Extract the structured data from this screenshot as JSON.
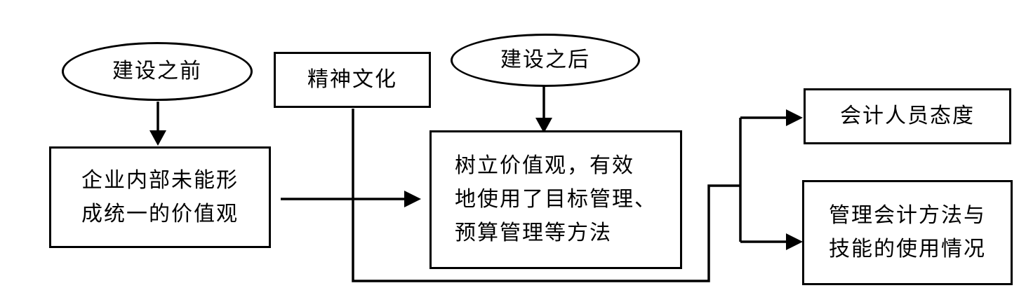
{
  "diagram": {
    "before": {
      "label": "建设之前"
    },
    "after": {
      "label": "建设之后"
    },
    "spirit": {
      "label": "精神文化"
    },
    "problem": {
      "lines": [
        "企业内部未能形",
        "成统一的价值观"
      ]
    },
    "solution": {
      "lines": [
        "树立价值观，有效",
        "地使用了目标管理、",
        "预算管理等方法"
      ]
    },
    "outcome_attitude": {
      "label": "会计人员态度"
    },
    "outcome_methods": {
      "lines": [
        "管理会计方法与",
        "技能的使用情况"
      ]
    }
  }
}
